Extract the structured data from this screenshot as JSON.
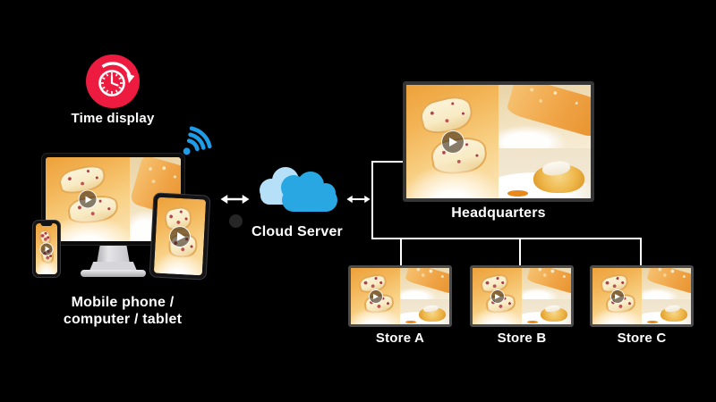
{
  "background_color": "#000000",
  "time_display": {
    "label": "Time display",
    "icon": "time-clock-icon",
    "icon_color": "#ED1B3F"
  },
  "connectivity": {
    "wifi_icon": "wifi-icon",
    "wifi_color": "#1E9CE8",
    "arrow_icon": "double-arrow-icon",
    "connector_color": "#FFFFFF"
  },
  "devices": {
    "label_line1": "Mobile phone /",
    "label_line2": "computer / tablet",
    "items": [
      "monitor",
      "mobile-phone",
      "tablet"
    ]
  },
  "cloud_server": {
    "label": "Cloud Server",
    "icon": "cloud-icon",
    "cloud_front_color": "#29A7E2",
    "cloud_back_color": "#B5E0F7"
  },
  "headquarters": {
    "label": "Headquarters"
  },
  "stores": [
    {
      "label": "Store A"
    },
    {
      "label": "Store B"
    },
    {
      "label": "Store C"
    }
  ],
  "media": {
    "play_icon": "play-icon"
  }
}
